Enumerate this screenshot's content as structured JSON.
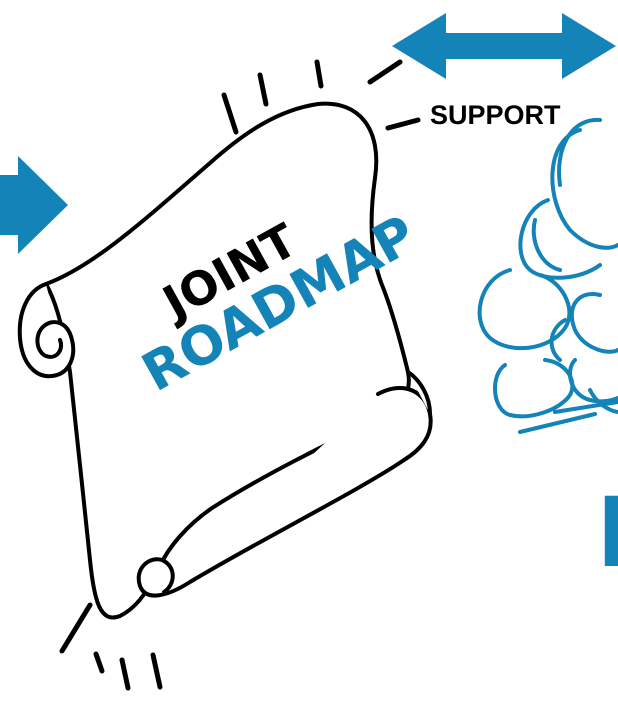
{
  "scroll": {
    "line1": "JOINT",
    "line2": "ROADMAP"
  },
  "support_label": "SUPPORT",
  "partial_letter": "M",
  "colors": {
    "accent": "#1383b8",
    "ink": "#000000",
    "background": "#ffffff"
  },
  "icons": [
    "double-arrow-icon",
    "right-arrow-icon",
    "cluster-of-circles-icon",
    "scroll-icon"
  ]
}
